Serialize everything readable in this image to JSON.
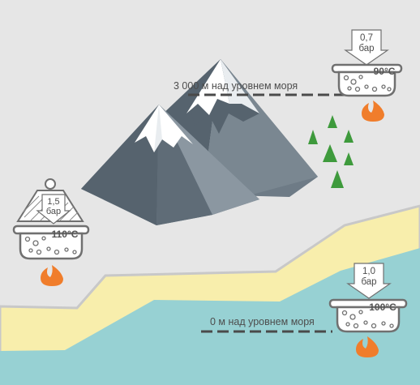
{
  "colors": {
    "background": "#e6e6e6",
    "sea": "#97d1d3",
    "sand": "#f8eeac",
    "shore_line": "#c8c8c8",
    "mountain_dark": "#56636e",
    "mountain_mid": "#6e7b86",
    "mountain_light": "#8b97a1",
    "snow": "#ffffff",
    "tree": "#3e9a3c",
    "flame": "#f07d2b",
    "pot_stroke": "#707070",
    "pot_fill": "#ffffff",
    "dashed_line": "#4a4a4a",
    "label_text": "#4d4d4d"
  },
  "altitude_labels": {
    "top": "3 000 м над уровнем моря",
    "bottom": "0 м над уровнем моря"
  },
  "pots": {
    "mountain": {
      "pressure_value": "0,7",
      "pressure_unit": "бар",
      "temperature": "90°C"
    },
    "pressure_cooker": {
      "pressure_value": "1,5",
      "pressure_unit": "бар",
      "temperature": "110°C"
    },
    "sea_level": {
      "pressure_value": "1,0",
      "pressure_unit": "бар",
      "temperature": "100°C"
    }
  },
  "icons": {
    "pressure_arrow": "down-arrow-icon",
    "flame": "flame-icon",
    "tree": "fir-tree-icon",
    "cooker_lid": "pressure-lid-icon"
  }
}
